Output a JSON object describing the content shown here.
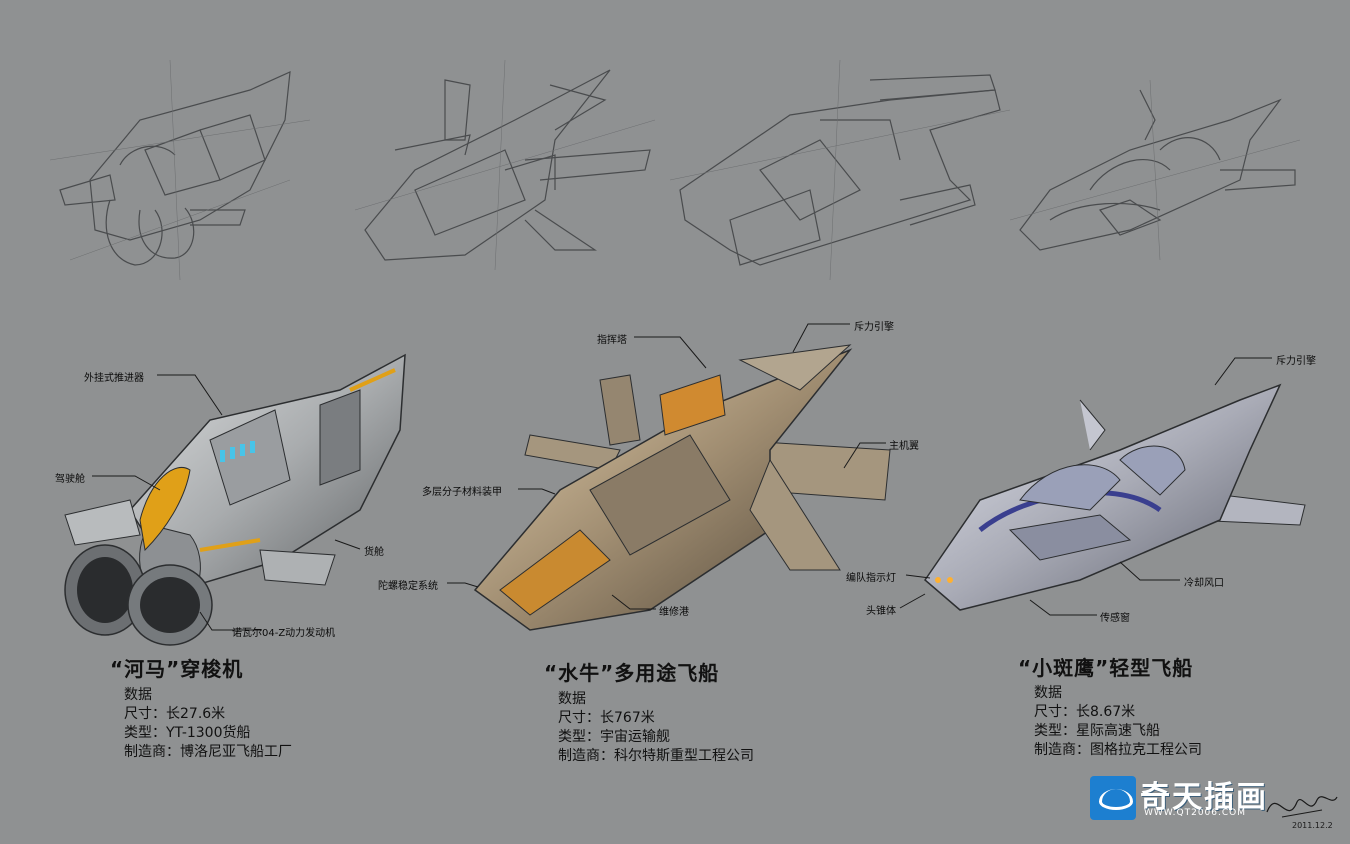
{
  "callouts": {
    "hippo_thruster": "外挂式推进器",
    "hippo_cockpit": "驾驶舱",
    "hippo_cargo": "货舱",
    "hippo_engine": "诺瓦尔04-Z动力发动机",
    "ox_tower": "指挥塔",
    "ox_repulsor": "斥力引擎",
    "ox_wing": "主机翼",
    "ox_armor": "多层分子材料装甲",
    "ox_gyro": "陀螺稳定系统",
    "ox_dock": "维修港",
    "hawk_repulsor": "斥力引擎",
    "hawk_formation_light": "编队指示灯",
    "hawk_nose": "头锥体",
    "hawk_cooling": "冷却风口",
    "hawk_sensor": "传感窗"
  },
  "ships": [
    {
      "title": "“河马”穿梭机",
      "data_label": "数据",
      "size": "尺寸：长27.6米",
      "type": "类型：YT-1300货船",
      "maker": "制造商：博洛尼亚飞船工厂",
      "accent": "#e0a018"
    },
    {
      "title": "“水牛”多用途飞船",
      "data_label": "数据",
      "size": "尺寸：长767米",
      "type": "类型：宇宙运输舰",
      "maker": "制造商：科尔特斯重型工程公司",
      "accent": "#c98a30"
    },
    {
      "title": "“小斑鹰”轻型飞船",
      "data_label": "数据",
      "size": "尺寸：长8.67米",
      "type": "类型：星际高速飞船",
      "maker": "制造商：图格拉克工程公司",
      "accent": "#3a3f8f"
    }
  ],
  "logo": {
    "name": "奇天插画",
    "url": "WWW.QT2006.COM"
  },
  "signature_date": "2011.12.2",
  "colors": {
    "background": "#8f9192",
    "sketch_line": "#4a4c4e",
    "hull_light": "#c9cbcc",
    "hull_dark": "#5e6163",
    "logo_blue": "#1d7fd0"
  }
}
